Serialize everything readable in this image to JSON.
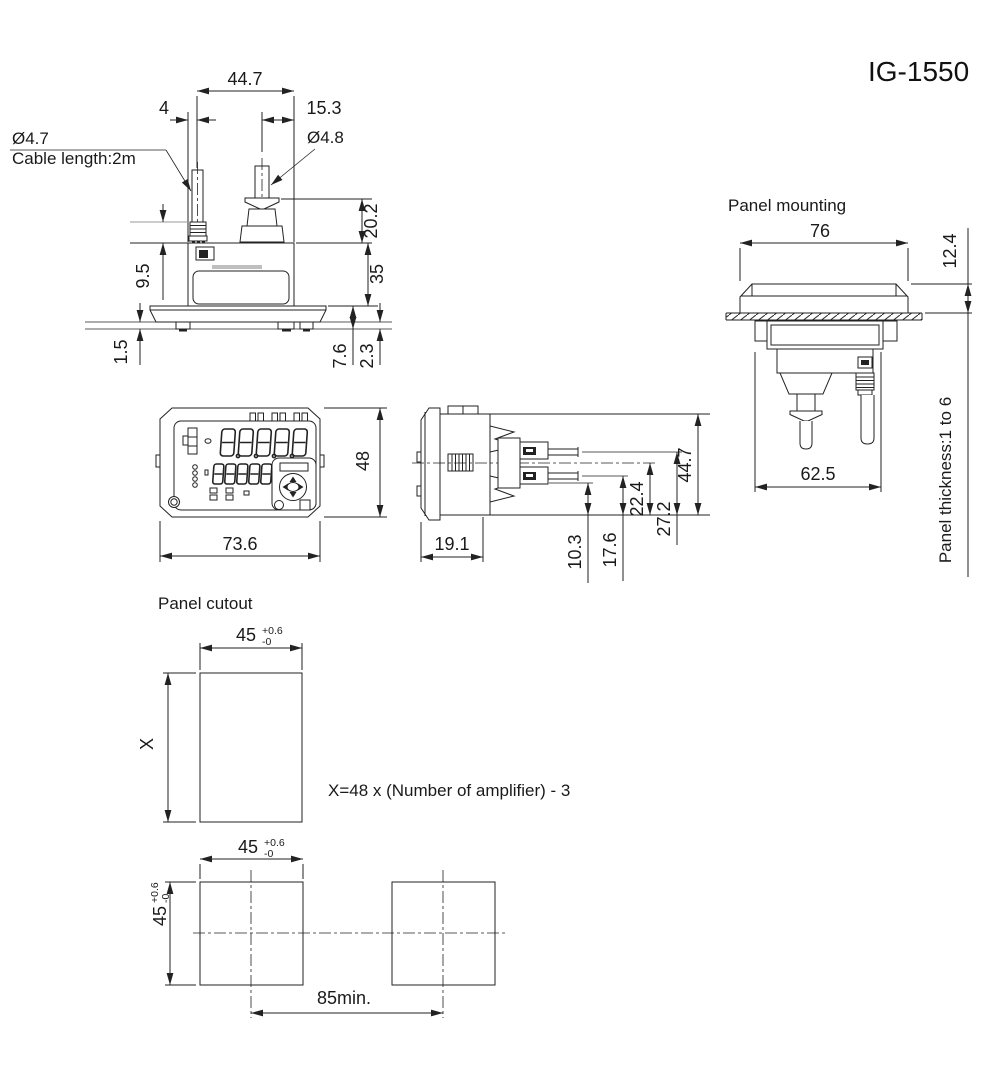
{
  "title": "IG-1550",
  "top_view": {
    "w_total": "44.7",
    "off_cable": "4",
    "off_conn": "15.3",
    "cable_dia": "Ø4.7",
    "cable_len": "Cable length:2m",
    "conn_dia": "Ø4.8",
    "h_conn": "20.2",
    "h_body": "35",
    "h_relief": "9.5",
    "h_lip": "1.5",
    "h_under": "7.6",
    "h_foot": "2.3"
  },
  "front_view": {
    "w": "73.6",
    "h": "48"
  },
  "side_view": {
    "d_bezel": "19.1",
    "p1": "10.3",
    "p2": "17.6",
    "p3": "22.4",
    "p4": "27.2",
    "h": "44.7"
  },
  "mount": {
    "label": "Panel mounting",
    "w": "76",
    "h_above": "12.4",
    "w_clamp": "62.5",
    "thickness": "Panel thickness:1 to 6"
  },
  "cutout": {
    "label": "Panel cutout",
    "w": "45",
    "tol_p": "+0.6",
    "tol_m": "-0",
    "x_sym": "X",
    "formula": "X=48 x (Number of amplifier) - 3",
    "spacing": "85min."
  }
}
